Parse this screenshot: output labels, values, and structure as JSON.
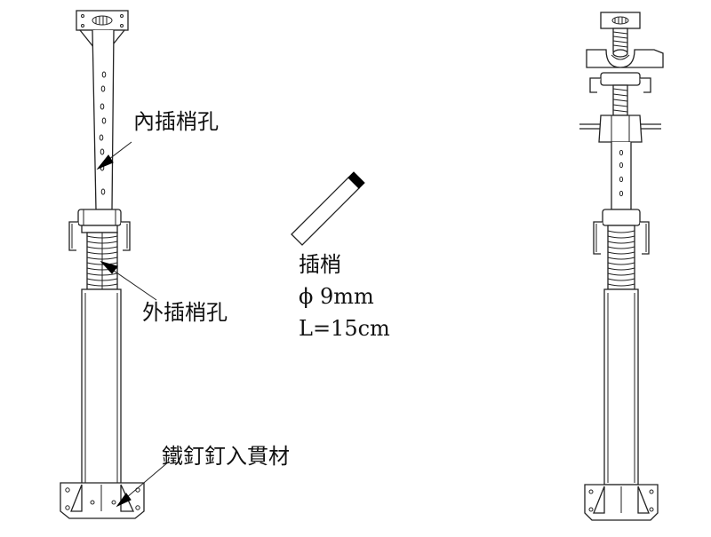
{
  "labels": {
    "inner_pin_hole": "內插梢孔",
    "outer_pin_hole": "外插梢孔",
    "nail_label": "鐵釘釘入貫材",
    "pin_title": "插梢",
    "pin_diameter": "ϕ 9mm",
    "pin_length": "L=15cm"
  },
  "colors": {
    "line": "#222222",
    "pin_cap": "#000000",
    "background": "#ffffff"
  }
}
